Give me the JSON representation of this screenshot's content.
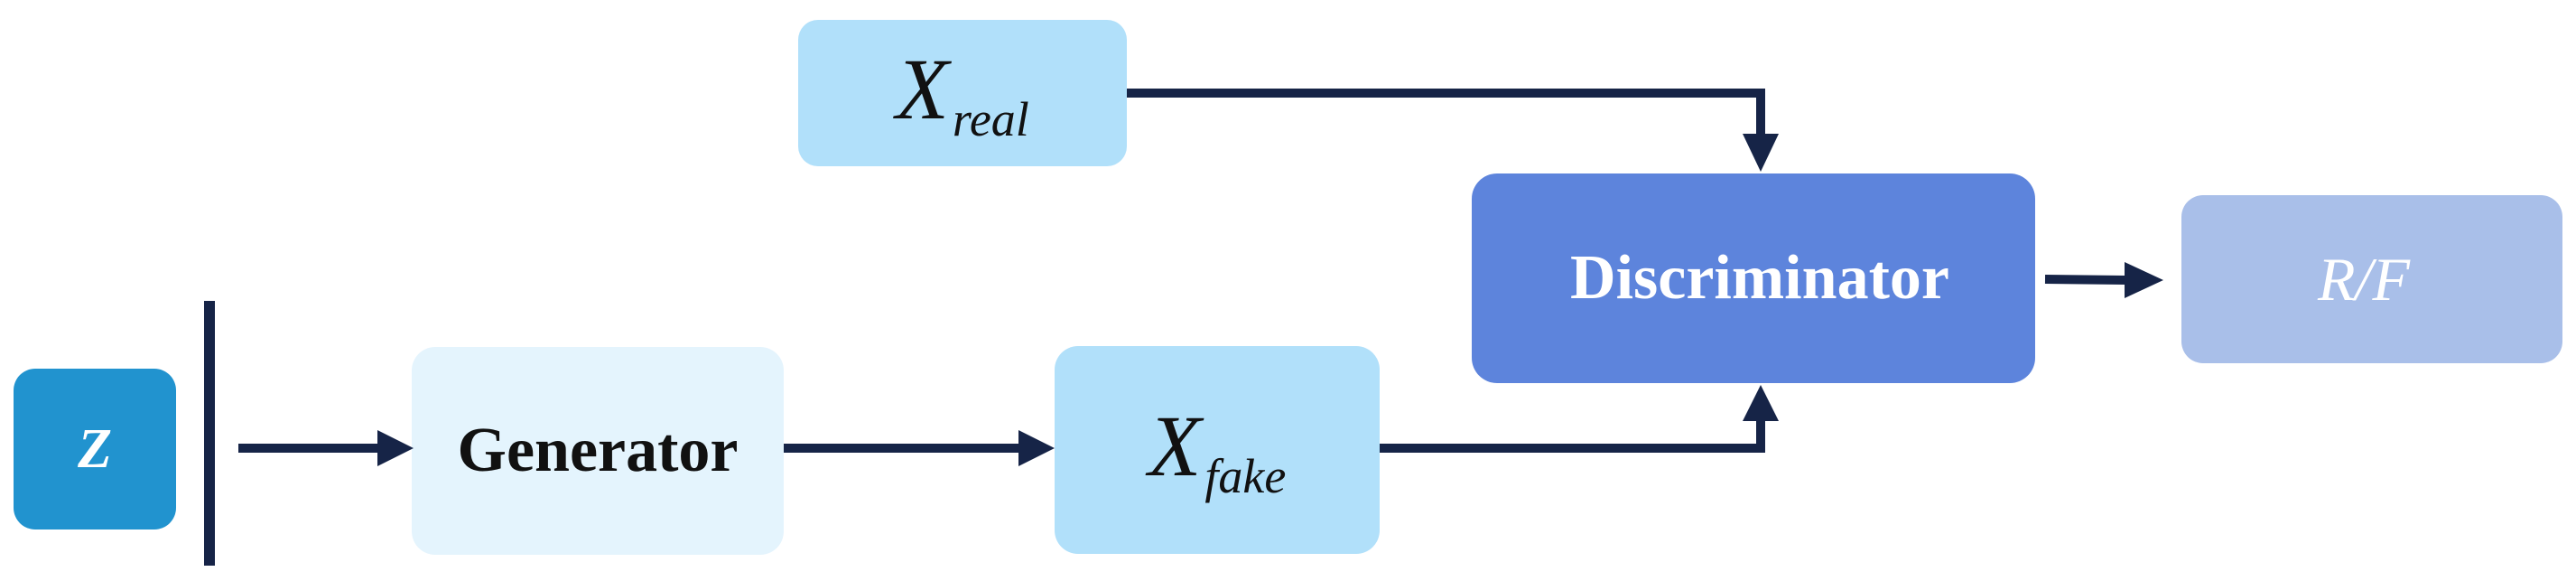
{
  "nodes": {
    "z": {
      "label": "Z"
    },
    "generator": {
      "label": "Generator"
    },
    "x_fake": {
      "base": "X",
      "sub": "fake"
    },
    "x_real": {
      "base": "X",
      "sub": "real"
    },
    "discriminator": {
      "label": "Discriminator"
    },
    "output": {
      "label": "R/F"
    }
  },
  "colors": {
    "z_box": "#2193cf",
    "generator_box": "#e4f4fd",
    "x_box": "#b1e0fa",
    "discriminator_box": "#5d84dc",
    "output_box": "#a9bfe9",
    "arrow": "#162447"
  }
}
